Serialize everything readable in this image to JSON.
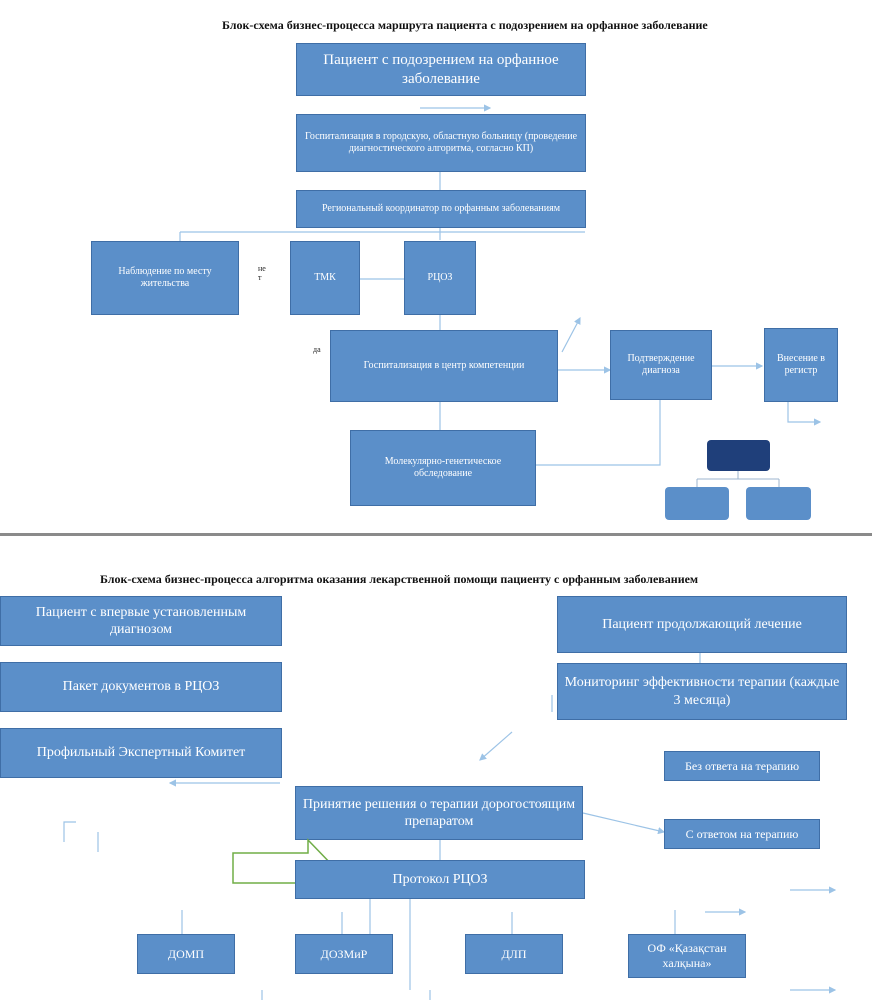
{
  "diagram1": {
    "title": "Блок-схема бизнес-процесса маршрута пациента с подозрением на орфанное заболевание",
    "boxes": {
      "patient_suspected": "Пациент с подозрением на орфанное заболевание",
      "hospitalization_city": "Госпитализация в городскую, областную больницу (проведение диагностического алгоритма, согласно КП)",
      "regional_coordinator": "Региональный координатор по орфанным заболеваниям",
      "observation": "Наблюдение по месту жительства",
      "tmk": "ТМК",
      "rcoz": "РЦОЗ",
      "hospitalization_center": "Госпитализация в центр компетенции",
      "confirmation": "Подтверждение диагноза",
      "registry": "Внесение в регистр",
      "molecular": "Молекулярно-генетическое обследование"
    },
    "labels": {
      "no": "не т",
      "yes": "да"
    }
  },
  "diagram2": {
    "title": "Блок-схема бизнес-процесса алгоритма оказания лекарственной помощи пациенту с орфанным заболеванием",
    "boxes": {
      "patient_new": "Пациент с впервые установленным диагнозом",
      "documents": "Пакет документов в РЦОЗ",
      "expert_committee": "Профильный Экспертный Комитет",
      "patient_continuing": "Пациент продолжающий лечение",
      "monitoring": "Мониторинг эффективности терапии (каждые 3 месяца)",
      "no_response": "Без ответа на терапию",
      "with_response": "С ответом на терапию",
      "decision": "Принятие решения о терапии дорогостоящим препаратом",
      "protocol": "Протокол РЦОЗ",
      "domp": "ДОМП",
      "dozmir": "ДОЗМиР",
      "dlp": "ДЛП",
      "of_kz": "ОФ «Қазақстан халқына»"
    }
  },
  "colors": {
    "box_fill": "#5b8fc9",
    "box_border": "#3f6ea6",
    "connector": "#9cc3e6",
    "org_top": "#1f3f7a",
    "org_bottom": "#5b8fc9",
    "big_arrow_border": "#70ad47"
  }
}
